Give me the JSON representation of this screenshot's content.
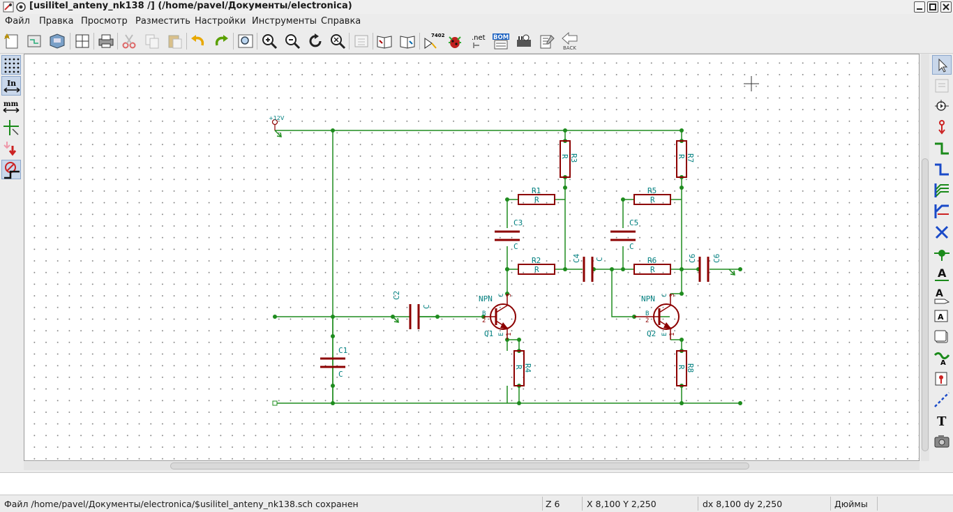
{
  "window": {
    "title": "[usilitel_anteny_nk138 /] (/home/pavel/Документы/electronica)"
  },
  "menu": [
    "Файл",
    "Правка",
    "Просмотр",
    "Разместить",
    "Настройки",
    "Инструменты",
    "Справка"
  ],
  "toolbar": {
    "icons": [
      "new-schematic-icon",
      "open-project-icon",
      "save-icon",
      "page-settings-icon",
      "print-icon",
      "cut-icon",
      "copy-icon",
      "paste-icon",
      "undo-icon",
      "redo-icon",
      "find-icon",
      "zoom-in-icon",
      "zoom-out-icon",
      "redraw-icon",
      "zoom-fit-icon",
      "hierarchy-navigator-icon",
      "library-editor-icon",
      "library-browser-icon",
      "annotate-icon",
      "erc-icon",
      "netlist-icon",
      "bom-icon",
      "cvpcb-icon",
      "pcbnew-icon",
      "back-import-icon"
    ],
    "annotate_label": "7402",
    "netlist_label": ".net",
    "bom_label": "BOM",
    "back_label": "BACK"
  },
  "left_toolbar": {
    "inches_label": "In",
    "mm_label": "mm"
  },
  "right_toolbar": {
    "label_icon_text": "A",
    "text_tool_text": "T"
  },
  "schematic": {
    "power_label": "+12V",
    "components": {
      "r1": {
        "ref": "R1",
        "value": "R"
      },
      "r2": {
        "ref": "R2",
        "value": "R"
      },
      "r3": {
        "ref": "R3",
        "value": "R"
      },
      "r4": {
        "ref": "R4",
        "value": "R"
      },
      "r5": {
        "ref": "R5",
        "value": "R"
      },
      "r6": {
        "ref": "R6",
        "value": "R"
      },
      "r7": {
        "ref": "R7",
        "value": "R"
      },
      "r8": {
        "ref": "R8",
        "value": "R"
      },
      "c1": {
        "ref": "C1",
        "value": "C"
      },
      "c2": {
        "ref": "C2",
        "value": "C"
      },
      "c3": {
        "ref": "C3",
        "value": "C"
      },
      "c4": {
        "ref": "C4",
        "value": "C"
      },
      "c5": {
        "ref": "C5",
        "value": "C"
      },
      "c6": {
        "ref": "C6",
        "value": "C6"
      },
      "q1": {
        "ref": "Q1",
        "value": "NPN"
      },
      "q2": {
        "ref": "Q2",
        "value": "NPN"
      }
    },
    "pin_labels": {
      "b": "B",
      "c": "C",
      "e": "E",
      "p1": "1",
      "p2": "2",
      "p3": "3"
    }
  },
  "status": {
    "message": "Файл /home/pavel/Документы/electronica/$usilitel_anteny_nk138.sch сохранен",
    "zoom": "Z 6",
    "coords": "X 8,100  Y 2,250",
    "delta": "dx 8,100  dy 2,250",
    "units": "Дюймы"
  },
  "colors": {
    "wire": "#1e8c1e",
    "component": "#8c0000",
    "ref_text": "#007f7f",
    "junction": "#1e8c1e"
  }
}
